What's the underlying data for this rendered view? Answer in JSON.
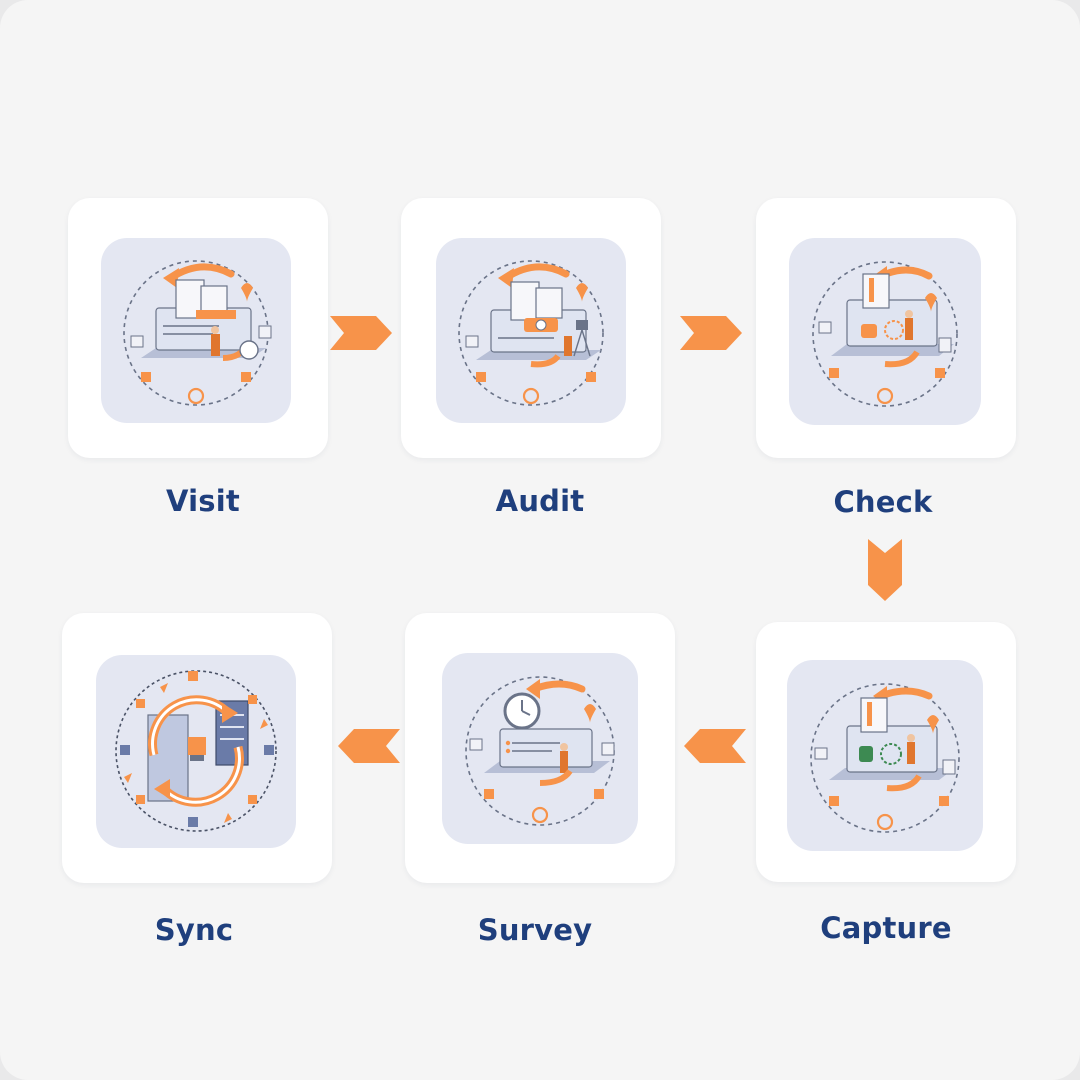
{
  "steps": [
    {
      "label": "Visit",
      "icon": "document-audit-illustration-icon"
    },
    {
      "label": "Audit",
      "icon": "camera-audit-illustration-icon"
    },
    {
      "label": "Check",
      "icon": "stamp-check-illustration-icon"
    },
    {
      "label": "Capture",
      "icon": "stamp-capture-illustration-icon"
    },
    {
      "label": "Survey",
      "icon": "clock-survey-illustration-icon"
    },
    {
      "label": "Sync",
      "icon": "server-sync-illustration-icon"
    }
  ],
  "colors": {
    "accent": "#f7934a",
    "label": "#1f3f7d",
    "card": "#ffffff",
    "background": "#f5f5f5",
    "thumb": "#e4e7f2"
  }
}
